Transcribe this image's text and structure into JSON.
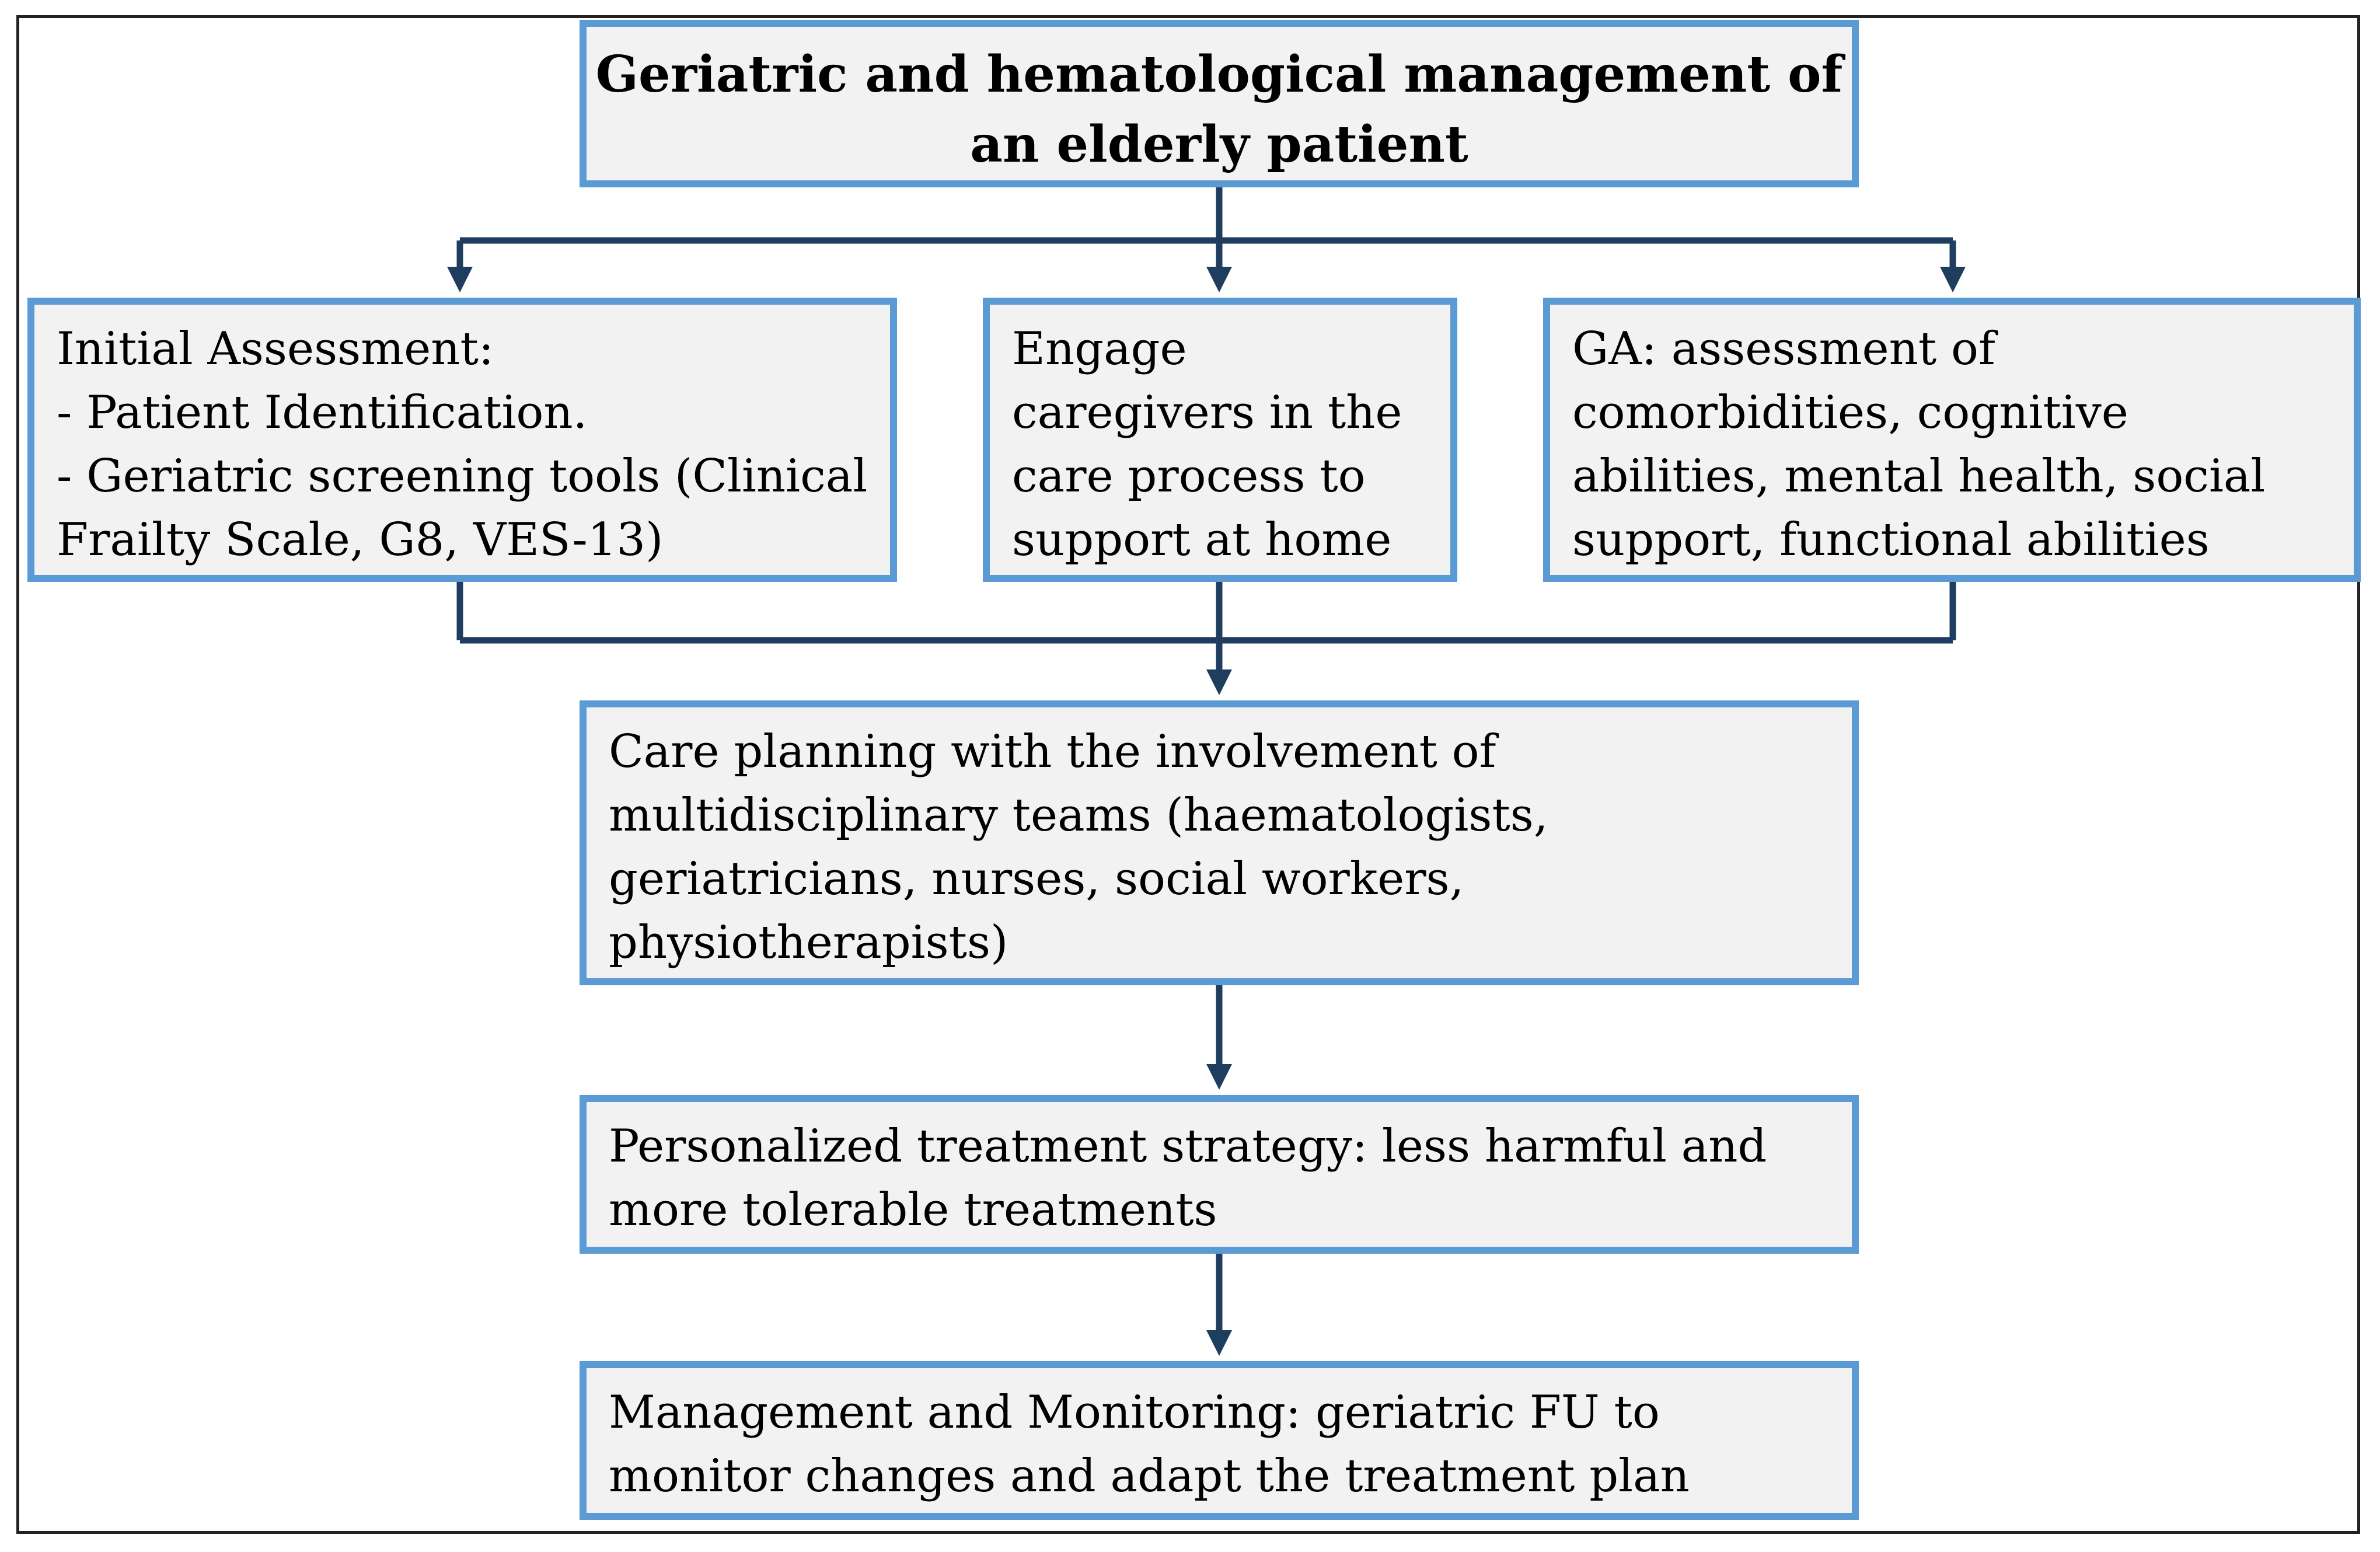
{
  "boxes": {
    "title": {
      "lines": [
        "Geriatric and hematological management of",
        "an elderly patient"
      ]
    },
    "initial_assessment": {
      "lines": [
        "Initial Assessment:",
        "- Patient Identification.",
        "- Geriatric screening tools (Clinical",
        "Frailty Scale, G8, VES-13)"
      ]
    },
    "engage_caregivers": {
      "lines": [
        "Engage",
        "caregivers in the",
        "care process to",
        "support at home"
      ]
    },
    "ga_assessment": {
      "lines": [
        "GA: assessment of",
        "comorbidities, cognitive",
        "abilities, mental health, social",
        "support, functional abilities"
      ]
    },
    "care_planning": {
      "lines": [
        "Care planning with the involvement of",
        "multidisciplinary teams (haematologists,",
        "geriatricians, nurses, social workers,",
        "physiotherapists)"
      ]
    },
    "treatment_strategy": {
      "lines": [
        "Personalized treatment strategy: less harmful and",
        "more tolerable treatments"
      ]
    },
    "management_monitoring": {
      "lines": [
        "Management and Monitoring: geriatric FU to",
        "monitor changes and adapt the treatment plan"
      ]
    }
  },
  "colors": {
    "box_border": "#5b9bd5",
    "box_fill": "#f2f2f2",
    "connector": "#1f3d5e",
    "frame": "#222222"
  }
}
